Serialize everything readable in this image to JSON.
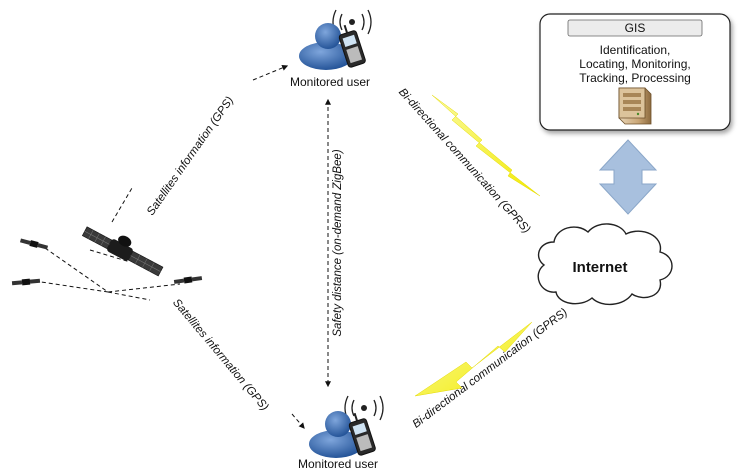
{
  "nodes": {
    "top_user": {
      "label": "Monitored user",
      "icon": "user-phone-icon"
    },
    "bottom_user": {
      "label": "Monitored user",
      "icon": "user-phone-icon"
    },
    "gis": {
      "title": "GIS",
      "lines": [
        "Identification,",
        "Locating, Monitoring,",
        "Tracking, Processing"
      ],
      "icon": "server-icon"
    },
    "internet": {
      "label": "Internet",
      "icon": "cloud-icon"
    },
    "satellites": {
      "icon": "satellite-icon"
    }
  },
  "edges": {
    "gps_top": "Satellites information (GPS)",
    "gps_bottom": "Satellites information (GPS)",
    "safety": "Safety distance (on-demand ZigBee)",
    "gprs_top": "Bi-directional communication (GPRS)",
    "gprs_bottom": "Bi-directional communication (GPRS)"
  },
  "colors": {
    "lightning": "#f6f000",
    "arrow": "#a8c0de",
    "user_body": "#2c5fa5",
    "phone": "#2a2a2a"
  }
}
